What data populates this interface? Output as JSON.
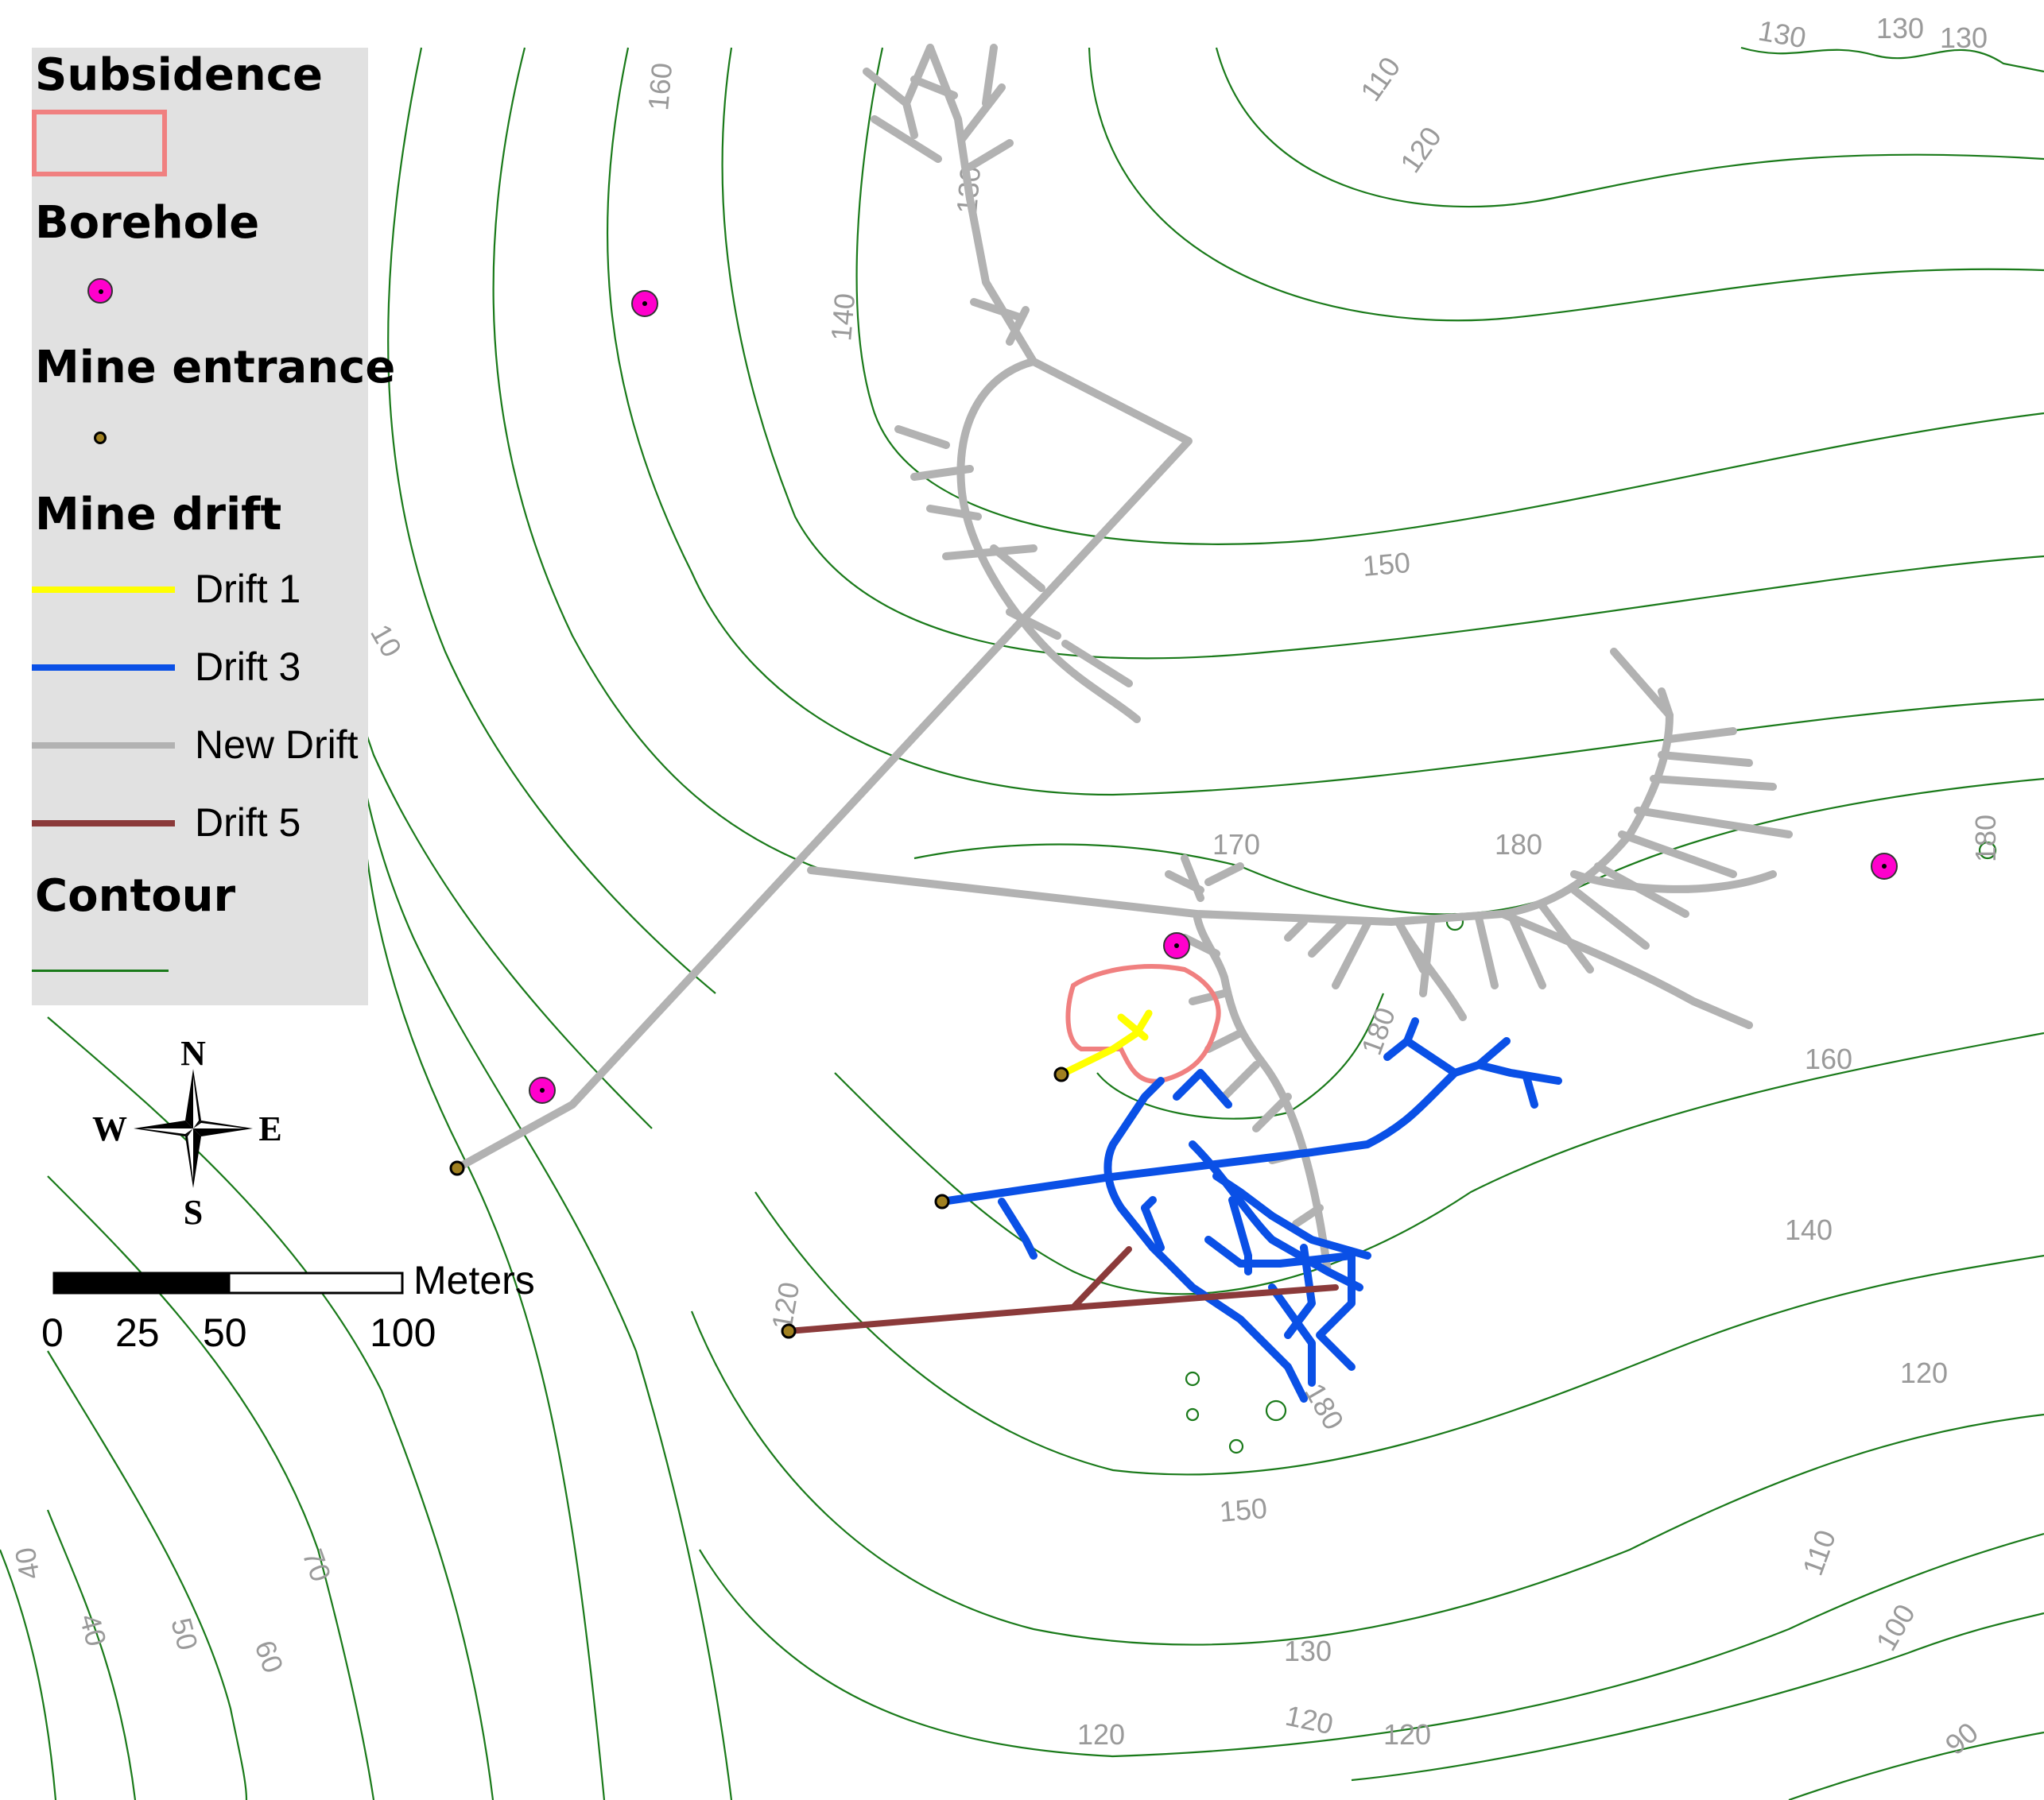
{
  "legend": {
    "subsidence_title": "Subsidence",
    "borehole_title": "Borehole",
    "mine_entrance_title": "Mine entrance",
    "mine_drift_title": "Mine drift",
    "drifts": [
      {
        "label": "Drift 1",
        "color": "#ffff00"
      },
      {
        "label": "Drift 3",
        "color": "#0a50e6"
      },
      {
        "label": "New Drift",
        "color": "#b2b2b2"
      },
      {
        "label": "Drift 5",
        "color": "#8b3a3a"
      }
    ],
    "contour_title": "Contour"
  },
  "colors": {
    "subsidence": "#f08080",
    "borehole": "#ff00cc",
    "entrance": "#a08020",
    "contour": "#1a7a1a",
    "new_drift": "#b2b2b2",
    "drift1": "#ffff00",
    "drift3": "#0a50e6",
    "drift5": "#8b3a3a"
  },
  "north_arrow": {
    "n": "N",
    "s": "S",
    "e": "E",
    "w": "W"
  },
  "scale_bar": {
    "unit": "Meters",
    "ticks": [
      "0",
      "25",
      "50",
      "100"
    ]
  },
  "contour_labels": [
    "130",
    "130",
    "130",
    "160",
    "110",
    "120",
    "130",
    "140",
    "150",
    "170",
    "180",
    "180",
    "160",
    "180",
    "140",
    "120",
    "150",
    "130",
    "120",
    "120",
    "120",
    "110",
    "100",
    "90",
    "40",
    "40",
    "50",
    "60",
    "70",
    "120",
    "180",
    "10"
  ]
}
